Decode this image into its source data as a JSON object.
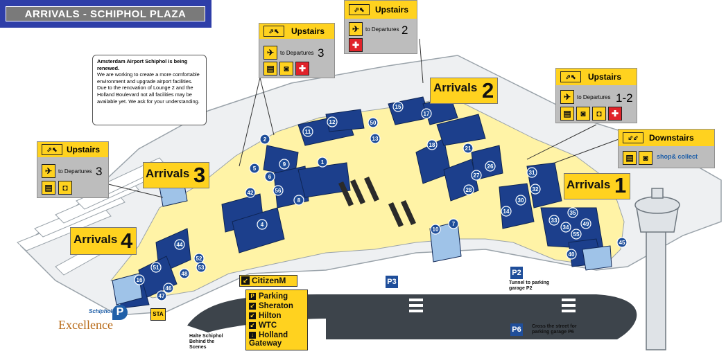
{
  "title": "ARRIVALS - SCHIPHOL PLAZA",
  "notice": {
    "heading": "Amsterdam Airport Schiphol is being renewed.",
    "body": "We are working to create a more comfortable environment and upgrade airport facilities. Due to the renovation of Lounge 2 and the Holland Boulevard not all facilities may be available yet. We ask for your understanding."
  },
  "signs": {
    "upstairs_label": "Upstairs",
    "downstairs_label": "Downstairs",
    "to_departures_label": "to Departures",
    "dep_3_left": "3",
    "dep_3_top": "3",
    "dep_2": "2",
    "dep_1_2": "1-2",
    "shop_collect": "shop& collect"
  },
  "arrivals_halls": [
    {
      "label": "Arrivals",
      "number": "1"
    },
    {
      "label": "Arrivals",
      "number": "2"
    },
    {
      "label": "Arrivals",
      "number": "3"
    },
    {
      "label": "Arrivals",
      "number": "4"
    }
  ],
  "citizenm": "CitizenM",
  "guide_list": [
    "Parking",
    "Sheraton",
    "Hilton",
    "WTC",
    "Holland Gateway"
  ],
  "parking": {
    "p2": "P2",
    "p3": "P3",
    "p6": "P6",
    "p2_note": "Tunnel to parking garage P2",
    "p6_note": "Cross the street for parking garage P6"
  },
  "halte": "Halte Schiphol Behind the Scenes",
  "brand": {
    "small": "Schiphol",
    "big": "Excellence",
    "mark": "P"
  },
  "facility_numbers": [
    "1",
    "2",
    "4",
    "5",
    "6",
    "7",
    "8",
    "9",
    "10",
    "11",
    "12",
    "13",
    "14",
    "15",
    "16",
    "17",
    "18",
    "21",
    "26",
    "27",
    "28",
    "30",
    "31",
    "32",
    "33",
    "34",
    "35",
    "40",
    "42",
    "44",
    "45",
    "46",
    "47",
    "48",
    "49",
    "50",
    "51",
    "52",
    "53",
    "55",
    "56"
  ],
  "sta": "STA",
  "colors": {
    "floor": "#fff3a6",
    "shop": "#1c3f8c",
    "sign_yellow": "#ffd21f",
    "sign_grey": "#bdbdbd",
    "title_blue": "#2e3ea8",
    "road": "#3d444b"
  }
}
